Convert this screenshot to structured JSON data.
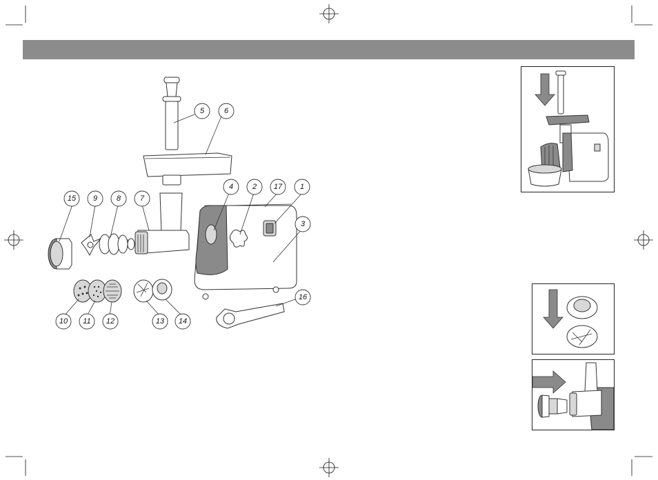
{
  "diagram": {
    "callouts": [
      {
        "id": "plunger",
        "label": "5"
      },
      {
        "id": "tray",
        "label": "6"
      },
      {
        "id": "motor-head",
        "label": "4"
      },
      {
        "id": "knob",
        "label": "2"
      },
      {
        "id": "top-button",
        "label": "17"
      },
      {
        "id": "switch",
        "label": "1"
      },
      {
        "id": "housing",
        "label": "3"
      },
      {
        "id": "ring-nut",
        "label": "15"
      },
      {
        "id": "cutter",
        "label": "9"
      },
      {
        "id": "auger",
        "label": "8"
      },
      {
        "id": "body-tube",
        "label": "7"
      },
      {
        "id": "wrench",
        "label": "16"
      },
      {
        "id": "disc-fine",
        "label": "10"
      },
      {
        "id": "disc-medium",
        "label": "11"
      },
      {
        "id": "disc-coarse",
        "label": "12"
      },
      {
        "id": "kebbe-cone",
        "label": "13"
      },
      {
        "id": "kebbe-shaper",
        "label": "14"
      }
    ]
  },
  "colors": {
    "header_band": "#8c8c8c",
    "arrow_fill": "#8a8a8a",
    "housing_accent": "#8a8a8a"
  }
}
